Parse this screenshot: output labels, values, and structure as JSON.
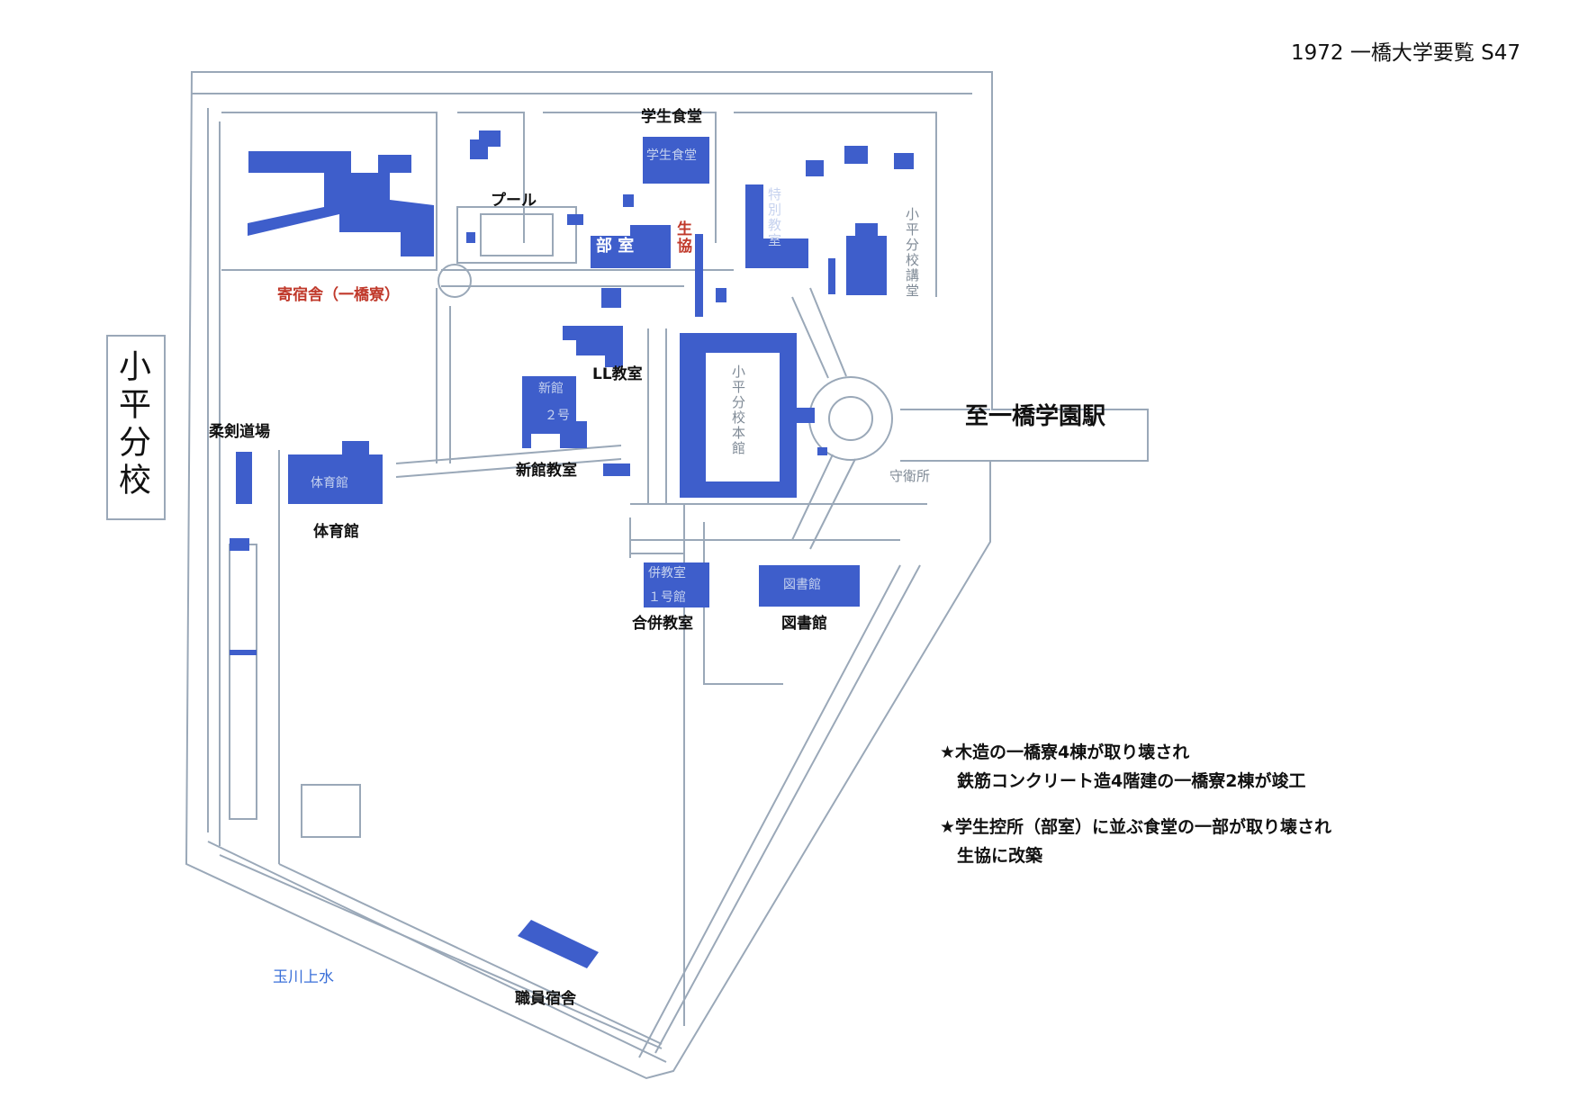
{
  "header": {
    "title": "1972 一橋大学要覧 S47"
  },
  "map": {
    "campus_sign": "小平分校",
    "station_sign": "至一橋学園駅",
    "labels": {
      "cafeteria": "学生食堂",
      "pool": "プール",
      "club_room": "部 室",
      "coop": "生協",
      "dormitory": "寄宿舎（一橋寮）",
      "ll_classroom": "LL教室",
      "judo_hall": "柔剣道場",
      "gym": "体育館",
      "new_building": "新館教室",
      "joint_classroom": "合併教室",
      "library": "図書館",
      "tamagawa": "玉川上水",
      "staff_housing": "職員宿舎"
    },
    "printed": {
      "cafeteria": "学生食堂",
      "special_classroom": "特別教室",
      "kodaira_lecture_hall": "小平分校講堂",
      "new_building": "新館",
      "new_building_no": "２号",
      "main_building": "小平分校本館",
      "gym": "体育館",
      "joint_classroom": "併教室",
      "joint_classroom_no": "１号館",
      "library": "図書館",
      "guard_house": "守衛所"
    },
    "colors": {
      "building": "#3e5ecb",
      "road": "#9aa8b8"
    }
  },
  "notes": [
    "★木造の一橋寮4棟が取り壊され",
    "　鉄筋コンクリート造4階建の一橋寮2棟が竣工",
    "★学生控所（部室）に並ぶ食堂の一部が取り壊され",
    "　生協に改築"
  ]
}
